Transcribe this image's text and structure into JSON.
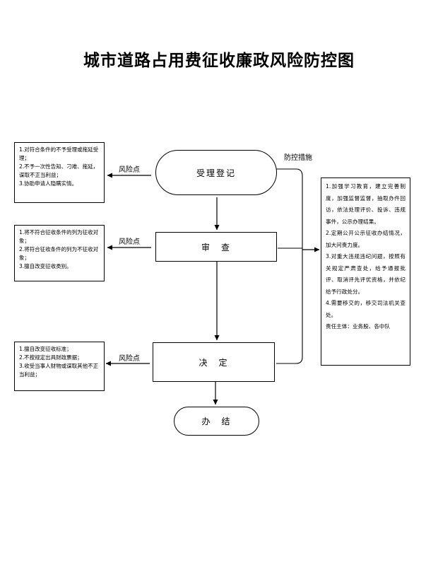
{
  "title": "城市道路占用费征收廉政风险防控图",
  "nodes": {
    "accept": "受理登记",
    "review": "审　查",
    "decide": "决　定",
    "finish": "办　结"
  },
  "labels": {
    "risk_point_1": "风险点",
    "risk_point_2": "风险点",
    "risk_point_3": "风险点",
    "measures_title": "防控措施"
  },
  "risks": {
    "accept": [
      "1.对符合条件的不予受理或拖延受理；",
      "2.不予一次性告知、刁难、拖延，谋取不正当利益；",
      "3.协助申请人隐瞒实情。"
    ],
    "review": [
      "1.将不符合征收条件的列为征收对象；",
      "2.将符合征收条件的列为不征收对象；",
      "3.擅自改变征收类别。"
    ],
    "decide": [
      "1.擅自改变征收标准；",
      "2.不按规定出具财政票据；",
      "3.收受当事人财物或谋取其他不正当利益；"
    ]
  },
  "measures": [
    "1.加强学习教育，建立完善制度，加强监督监督，抽取办件回访，依法处理评价、投诉、违规事件，公示办理结果。",
    "2.定期公开公示征收办结情况，加大问责力度。",
    "3.对重大违规违纪问题，按照有关规定严肃查处，给予通报批评、取消评先评优资格，并依纪给予行政处分。",
    "4.需要移交的，移交司法机关查处。",
    "责任主体：业务股、各中队"
  ]
}
